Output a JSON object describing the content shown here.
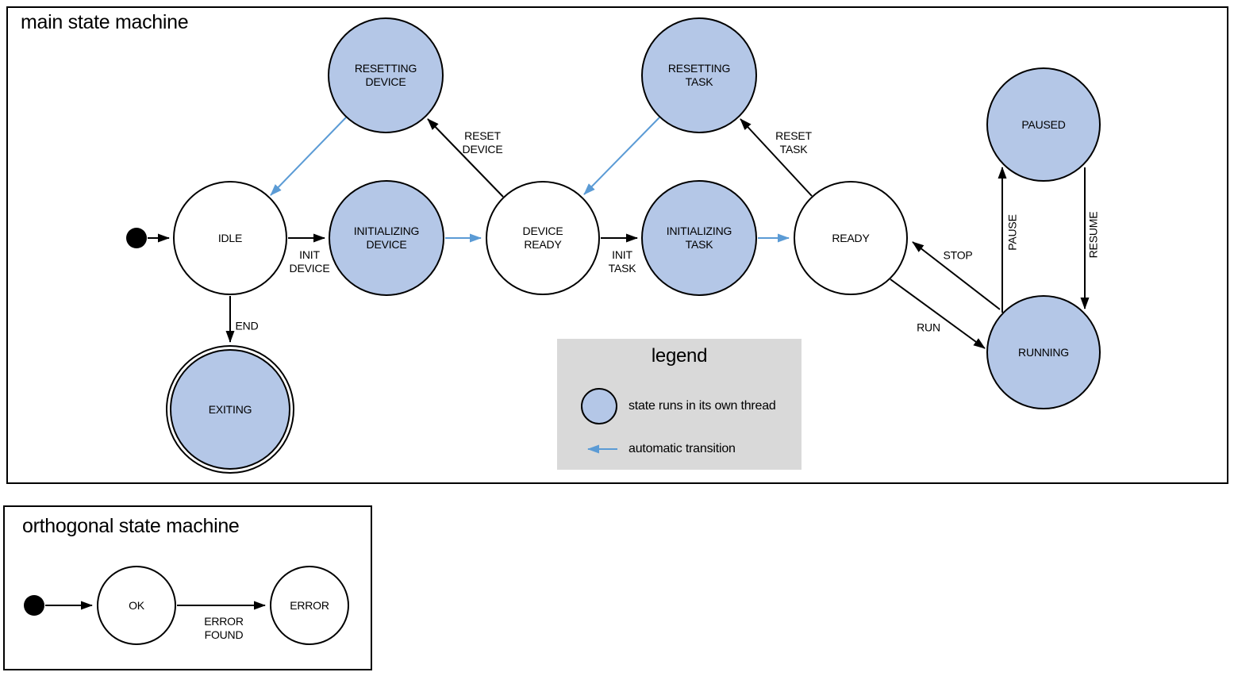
{
  "colors": {
    "state_fill": "#b4c7e7",
    "auto_transition": "#5b9bd5",
    "legend_bg": "#d9d9d9",
    "outline": "#000000"
  },
  "main_machine": {
    "title": "main state machine",
    "states": {
      "resetting_device": {
        "line1": "RESETTING",
        "line2": "DEVICE"
      },
      "resetting_task": {
        "line1": "RESETTING",
        "line2": "TASK"
      },
      "paused": {
        "line1": "PAUSED",
        "line2": ""
      },
      "idle": {
        "line1": "IDLE",
        "line2": ""
      },
      "initializing_device": {
        "line1": "INITIALIZING",
        "line2": "DEVICE"
      },
      "device_ready": {
        "line1": "DEVICE",
        "line2": "READY"
      },
      "initializing_task": {
        "line1": "INITIALIZING",
        "line2": "TASK"
      },
      "ready": {
        "line1": "READY",
        "line2": ""
      },
      "running": {
        "line1": "RUNNING",
        "line2": ""
      },
      "exiting": {
        "line1": "EXITING",
        "line2": ""
      }
    },
    "transitions": {
      "init_device": {
        "line1": "INIT",
        "line2": "DEVICE"
      },
      "init_task": {
        "line1": "INIT",
        "line2": "TASK"
      },
      "reset_device": {
        "line1": "RESET",
        "line2": "DEVICE"
      },
      "reset_task": {
        "line1": "RESET",
        "line2": "TASK"
      },
      "run": {
        "line1": "RUN",
        "line2": ""
      },
      "stop": {
        "line1": "STOP",
        "line2": ""
      },
      "pause": {
        "line1": "PAUSE",
        "line2": ""
      },
      "resume": {
        "line1": "RESUME",
        "line2": ""
      },
      "end": {
        "line1": "END",
        "line2": ""
      }
    },
    "legend": {
      "title": "legend",
      "thread_item": "state runs in its own thread",
      "auto_item": "automatic transition"
    }
  },
  "orthogonal_machine": {
    "title": "orthogonal state machine",
    "states": {
      "ok": {
        "line1": "OK",
        "line2": ""
      },
      "error": {
        "line1": "ERROR",
        "line2": ""
      }
    },
    "transitions": {
      "error_found": {
        "line1": "ERROR",
        "line2": "FOUND"
      }
    }
  }
}
